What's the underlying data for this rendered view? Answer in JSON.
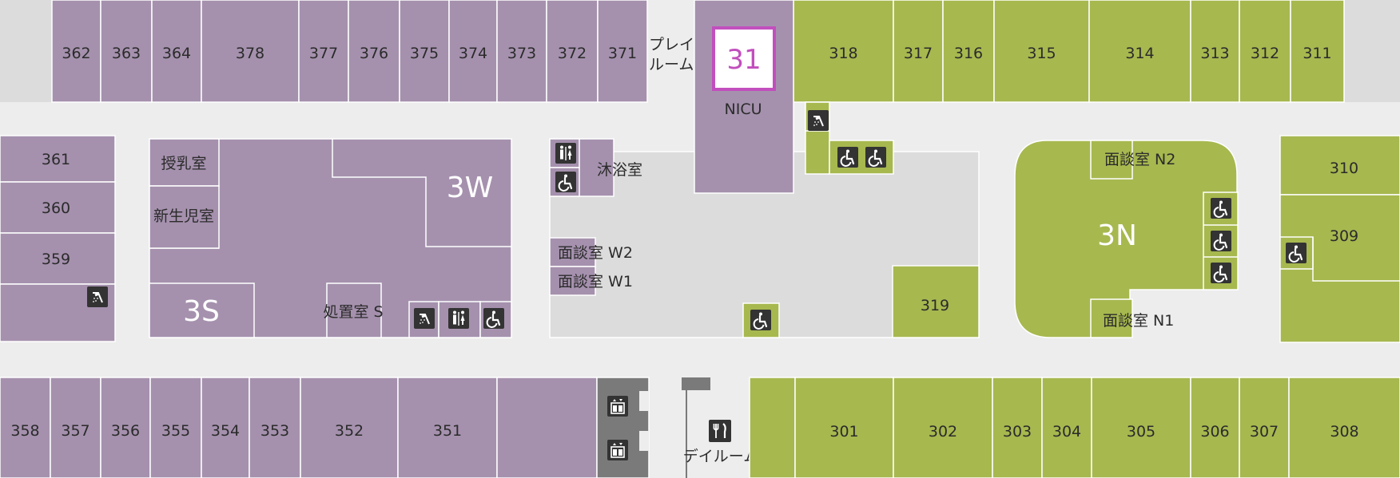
{
  "colors": {
    "purple": "#a591ae",
    "green": "#a7b84f",
    "gray_area": "#dcdcdc",
    "corridor": "#ededed",
    "elevator": "#7a7a7a",
    "highlight": "#c24fbe"
  },
  "rooms_top_purple": [
    "362",
    "363",
    "364",
    "378",
    "377",
    "376",
    "375",
    "374",
    "373",
    "372",
    "371"
  ],
  "rooms_top_green": [
    "318",
    "317",
    "316",
    "315",
    "314",
    "313",
    "312",
    "311"
  ],
  "rooms_left": [
    "361",
    "360",
    "359"
  ],
  "rooms_bottom_purple": [
    "358",
    "357",
    "356",
    "355",
    "354",
    "353",
    "352",
    "351"
  ],
  "rooms_bottom_green": [
    "301",
    "302",
    "303",
    "304",
    "305",
    "306",
    "307",
    "308"
  ],
  "rooms_right": [
    "310",
    "309"
  ],
  "room_319": "319",
  "highlight_room": "31",
  "labels": {
    "play_room_1": "プレイ",
    "play_room_2": "ルーム",
    "nicu": "NICU",
    "zone_3w": "3W",
    "zone_3s": "3S",
    "zone_3n": "3N",
    "nursing_room": "授乳室",
    "newborn_room": "新生児室",
    "treatment_room_s": "処置室 S",
    "bath_room": "沐浴室",
    "interview_w2": "面談室 W2",
    "interview_w1": "面談室 W1",
    "interview_n2": "面談室 N2",
    "interview_n1": "面談室 N1",
    "day_room": "デイルーム"
  },
  "icons": {
    "shower": "shower-icon",
    "restroom": "restroom-icon",
    "accessible": "wheelchair-icon",
    "elevator": "elevator-icon",
    "dining": "dining-icon"
  }
}
